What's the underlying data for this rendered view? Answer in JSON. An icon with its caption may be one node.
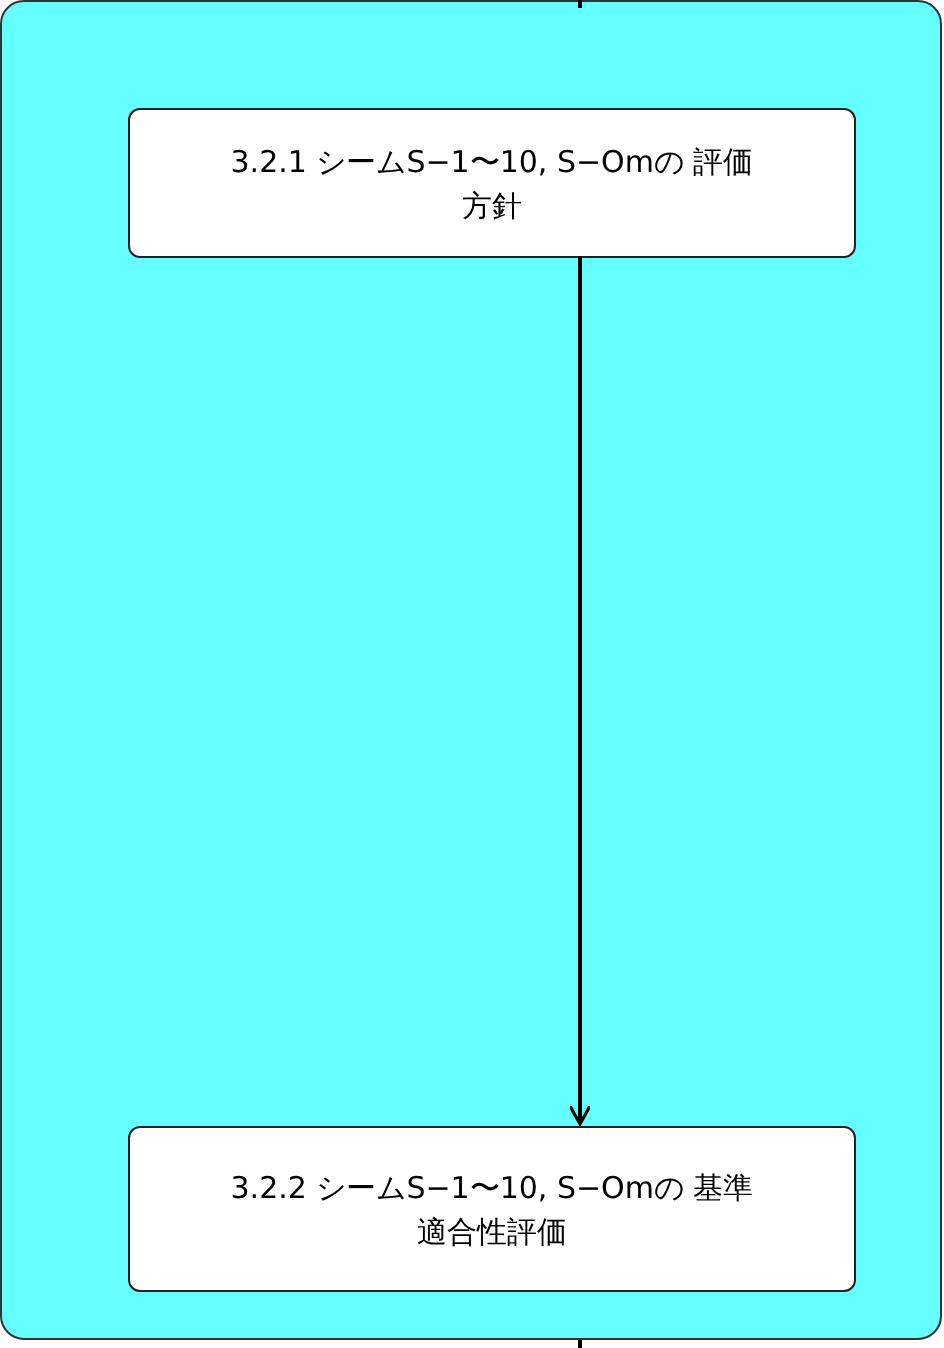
{
  "diagram": {
    "nodes": [
      {
        "text": [],
        "shape": "box"
      },
      {
        "text": [
          "3.2.1 シームS−1〜10, S−Omの 評価方針"
        ],
        "in": 0
      },
      {
        "text": [
          "3.2.2 シームS−1〜10, S−Omの 基準適合性評価"
        ],
        "in": 0
      }
    ],
    "edges": [
      {
        "from": null,
        "to": 0,
        "arrow": "none"
      },
      {
        "from": 1,
        "to": 2,
        "arrow": "to"
      },
      {
        "from": 0,
        "to": null,
        "arrow": "none"
      }
    ]
  }
}
